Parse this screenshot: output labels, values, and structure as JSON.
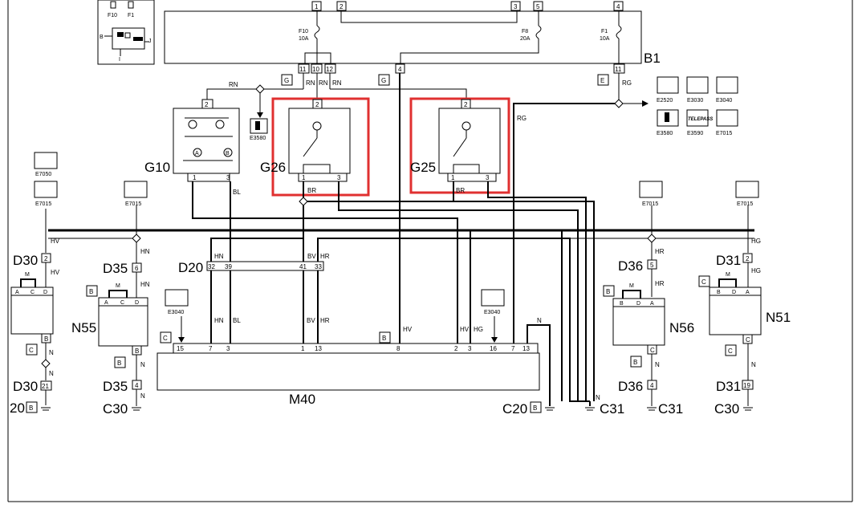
{
  "diagram": {
    "labels": {
      "B1": "B1",
      "G10": "G10",
      "G26": "G26",
      "G25": "G25",
      "M40": "M40",
      "N55": "N55",
      "N56": "N56",
      "N51": "N51",
      "D30a": "D30",
      "D35a": "D35",
      "D20": "D20",
      "D36a": "D36",
      "D31a": "D31",
      "D30b": "D30",
      "D35b": "D35",
      "D36b": "D36",
      "D31b": "D31",
      "C30a": "C30",
      "C30b": "C30",
      "C20a": "C20",
      "C31a": "C31",
      "C31b": "C31",
      "C20left": "20"
    },
    "fuses": [
      {
        "id": "F10",
        "rating": "10A"
      },
      {
        "id": "F8",
        "rating": "20A"
      },
      {
        "id": "F1",
        "rating": "10A"
      }
    ],
    "legend_inset": {
      "f10": "F10",
      "f1": "F1",
      "b": "B",
      "j": "J",
      "i": "I"
    },
    "connector_letters": {
      "g1": "G",
      "g2": "G",
      "e": "E",
      "b1": "B",
      "b2": "B",
      "b3": "B",
      "b4": "B",
      "c1": "C",
      "c2": "C",
      "c3": "C",
      "c4": "C",
      "b5": "B",
      "b6": "B",
      "bm40": "B",
      "cm40": "C"
    },
    "ref_codes": {
      "E2520": "E2520",
      "E3030": "E3030",
      "E3040a": "E3040",
      "E3580a": "E3580",
      "E3590": "E3590",
      "E7015a": "E7015",
      "E3580b": "E3580",
      "E7050": "E7050",
      "E7015b": "E7015",
      "E7015c": "E7015",
      "E7015d": "E7015",
      "E7015e": "E7015",
      "E3040b": "E3040",
      "E3040c": "E3040",
      "telepass": "TELEPASS"
    },
    "wire_colors": {
      "RN1": "RN",
      "RN2": "RN",
      "RN3": "RN",
      "RN4": "RN",
      "RG1": "RG",
      "RG2": "RG",
      "BL1": "BL",
      "BL2": "BL",
      "BR": "BR",
      "BR2": "BR",
      "HV1": "HV",
      "HV2": "HV",
      "HN1": "HN",
      "HN2": "HN",
      "HN3": "HN",
      "BV1": "BV",
      "BV2": "BV",
      "HR1": "HR",
      "HR2": "HR",
      "HR3": "HR",
      "HR4": "HR",
      "HV3": "HV",
      "HV4": "HV",
      "HG1": "HG",
      "HG2": "HG",
      "HG3": "HG",
      "N1": "N",
      "N2": "N",
      "N3": "N",
      "N4": "N",
      "N5": "N",
      "N6": "N",
      "N7": "N",
      "N8": "N"
    },
    "pins": {
      "b1_1": "1",
      "b1_2": "2",
      "b1_3": "3",
      "b1_5": "5",
      "b1_4": "4",
      "b1_11": "11",
      "b1_10": "10",
      "b1_12": "12",
      "b1_4b": "4",
      "b1_11b": "11",
      "g10_2": "2",
      "g10_1": "1",
      "g10_3": "3",
      "g26_2": "2",
      "g26_1": "1",
      "g26_3": "3",
      "g25_2": "2",
      "g25_1": "1",
      "g25_3": "3",
      "d30_2": "2",
      "d35_6": "6",
      "d20_32": "32",
      "d20_39": "39",
      "d20_41": "41",
      "d20_33": "33",
      "d36_5": "5",
      "d31_2": "2",
      "m_15": "15",
      "m_7a": "7",
      "m_3a": "3",
      "m_1": "1",
      "m_13a": "13",
      "m_8": "8",
      "m_2": "2",
      "m_3b": "3",
      "m_16": "16",
      "m_7b": "7",
      "m_13b": "13",
      "d30_21": "21",
      "d35_4": "4",
      "d36_4": "4",
      "d31_19": "19",
      "sw_a": "A",
      "sw_c": "C",
      "sw_d": "D",
      "sw_b": "B",
      "sw_m": "M",
      "n55_a": "A",
      "n55_c": "C",
      "n55_d": "D",
      "n55_b": "B",
      "n55_m": "M",
      "n56_b": "B",
      "n56_d": "D",
      "n56_a": "A",
      "n56_c": "C",
      "n56_m": "M",
      "n51_b": "B",
      "n51_d": "D",
      "n51_a": "A",
      "n51_c": "C",
      "n51_m": "M",
      "g10_A": "A",
      "g10_B": "B"
    }
  }
}
